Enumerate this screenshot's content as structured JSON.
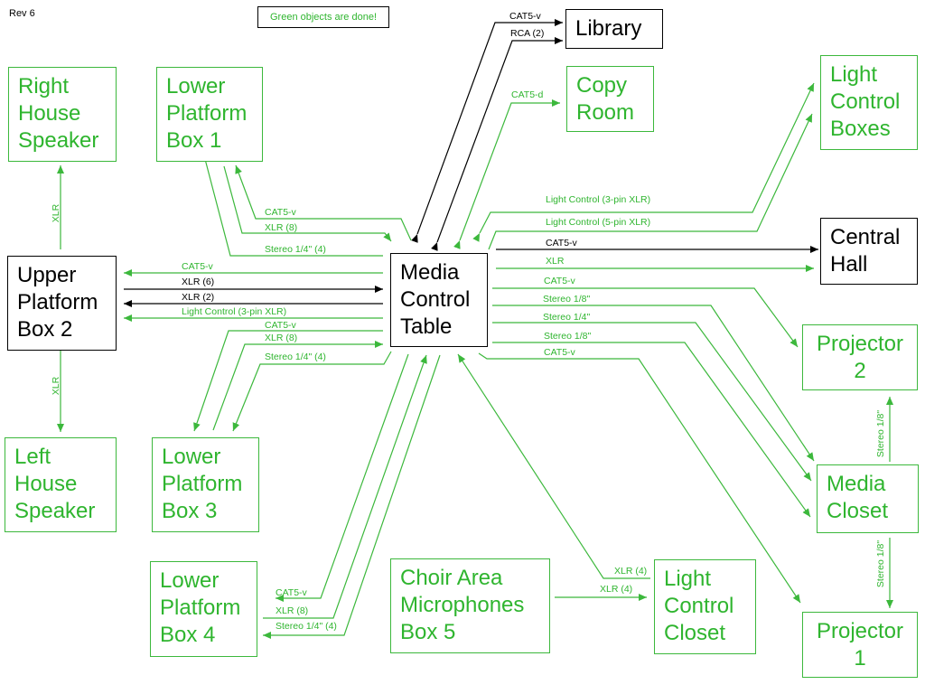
{
  "rev": "Rev 6",
  "legend": "Green objects are done!",
  "colors": {
    "done": "#3cb83c",
    "pending": "#000000"
  },
  "nodes": {
    "library": "Library",
    "copy_room": "Copy\nRoom",
    "light_control_boxes": "Light\nControl\nBoxes",
    "central_hall": "Central\nHall",
    "projector_2": "Projector\n2",
    "media_closet": "Media\nCloset",
    "projector_1": "Projector\n1",
    "light_control_closet": "Light\nControl\nCloset",
    "choir_area": "Choir Area\nMicrophones\nBox 5",
    "lower_platform_4": "Lower\nPlatform\nBox 4",
    "lower_platform_3": "Lower\nPlatform\nBox 3",
    "left_house_speaker": "Left\nHouse\nSpeaker",
    "upper_platform_2": "Upper\nPlatform\nBox 2",
    "right_house_speaker": "Right\nHouse\nSpeaker",
    "lower_platform_1": "Lower\nPlatform\nBox 1",
    "media_control_table": "Media\nControl\nTable"
  },
  "connections": {
    "library_cat5v": "CAT5-v",
    "library_rca": "RCA (2)",
    "copy_room_cat5d": "CAT5-d",
    "light_ctrl_3pin": "Light Control (3-pin XLR)",
    "light_ctrl_5pin": "Light Control (5-pin XLR)",
    "central_cat5v": "CAT5-v",
    "central_xlr": "XLR",
    "proj2_cat5v": "CAT5-v",
    "closet_stereo18_a": "Stereo 1/8\"",
    "closet_stereo14": "Stereo 1/4\"",
    "closet_stereo18_b": "Stereo 1/8\"",
    "proj1_cat5v": "CAT5-v",
    "lp1_cat5v": "CAT5-v",
    "lp1_xlr8": "XLR (8)",
    "lp1_stereo": "Stereo 1/4\" (4)",
    "up2_cat5v": "CAT5-v",
    "up2_xlr6": "XLR (6)",
    "up2_xlr2": "XLR (2)",
    "up2_light": "Light Control (3-pin XLR)",
    "lp3_cat5v": "CAT5-v",
    "lp3_xlr8": "XLR (8)",
    "lp3_stereo": "Stereo 1/4\" (4)",
    "lp4_cat5v": "CAT5-v",
    "lp4_xlr8": "XLR (8)",
    "lp4_stereo": "Stereo 1/4\" (4)",
    "lcc_xlr4_a": "XLR (4)",
    "lcc_xlr4_b": "XLR (4)",
    "rhs_xlr": "XLR",
    "lhs_xlr": "XLR",
    "proj2_stereo": "Stereo 1/8\"",
    "proj1_stereo": "Stereo 1/8\""
  }
}
